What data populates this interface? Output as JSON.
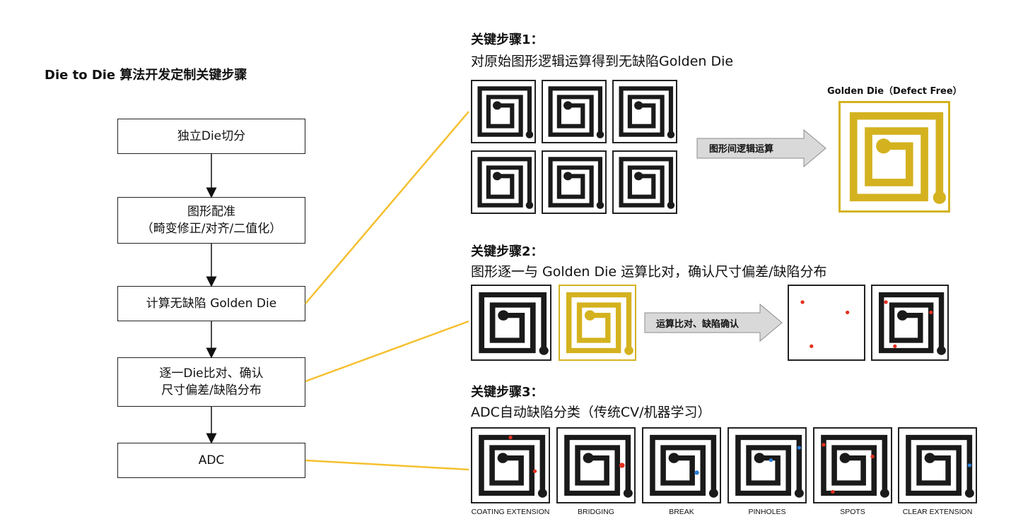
{
  "title": "Die to Die 算法开发定制关键步骤",
  "flow": [
    {
      "lines": [
        "独立Die切分"
      ]
    },
    {
      "lines": [
        "图形配准",
        "（畸变修正/对齐/二值化）"
      ]
    },
    {
      "lines": [
        "计算无缺陷 Golden Die"
      ]
    },
    {
      "lines": [
        "逐一Die比对、确认",
        "尺寸偏差/缺陷分布"
      ]
    },
    {
      "lines": [
        "ADC"
      ]
    }
  ],
  "step1": {
    "head": "关键步骤1：",
    "desc": "对原始图形逻辑运算得到无缺陷Golden Die",
    "arrow_label": "图形间逻辑运算",
    "golden_label": "Golden Die（Defect Free）"
  },
  "step2": {
    "head": "关键步骤2：",
    "desc": "图形逐一与 Golden Die 运算比对，确认尺寸偏差/缺陷分布",
    "arrow_label": "运算比对、缺陷确认"
  },
  "step3": {
    "head": "关键步骤3：",
    "desc": "ADC自动缺陷分类（传统CV/机器学习）",
    "captions": [
      "COATING EXTENSION",
      "BRIDGING",
      "BREAK",
      "PINHOLES",
      "SPOTS",
      "CLEAR EXTENSION"
    ]
  },
  "colors": {
    "gold": "#D4B21F",
    "connector": "#F5C02E",
    "defect_red": "#E53020",
    "defect_blue": "#2E7FD9",
    "arrow_gray": "#D9D9D9"
  }
}
